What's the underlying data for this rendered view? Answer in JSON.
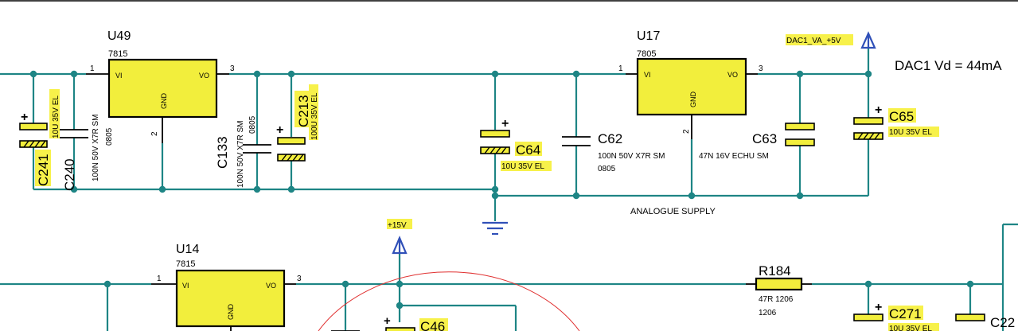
{
  "colors": {
    "wire": "#1e8585",
    "part_fill": "#f2ee3c",
    "power_symbol": "#3050b8",
    "highlight": "#f7f14a",
    "circle_annotation": "#e03030"
  },
  "regulators": {
    "u49": {
      "ref": "U49",
      "value": "7815",
      "pin_in": "VI",
      "pin_out": "VO",
      "pin_gnd": "GND",
      "pin1": "1",
      "pin2": "2",
      "pin3": "3"
    },
    "u17": {
      "ref": "U17",
      "value": "7805",
      "pin_in": "VI",
      "pin_out": "VO",
      "pin_gnd": "GND",
      "pin1": "1",
      "pin2": "2",
      "pin3": "3"
    },
    "u14": {
      "ref": "U14",
      "value": "7815",
      "pin_in": "VI",
      "pin_out": "VO",
      "pin_gnd": "GND",
      "pin1": "1",
      "pin3": "3"
    }
  },
  "capacitors": {
    "c241": {
      "ref": "C241",
      "value": "10U 35V EL"
    },
    "c240": {
      "ref": "C240",
      "value": "100N 50V X7R SM",
      "package": "0805"
    },
    "c133": {
      "ref": "C133",
      "value": "100N 50V X7R SM",
      "package": "0805"
    },
    "c213": {
      "ref": "C213",
      "value": "100U 35V EL"
    },
    "c64": {
      "ref": "C64",
      "value": "10U 35V EL"
    },
    "c62": {
      "ref": "C62",
      "value": "100N 50V X7R SM",
      "package": "0805"
    },
    "c63": {
      "ref": "C63",
      "value": "47N 16V ECHU SM"
    },
    "c65": {
      "ref": "C65",
      "value": "10U 35V EL"
    },
    "c46": {
      "ref": "C46"
    },
    "c271": {
      "ref": "C271",
      "value": "10U 35V EL"
    },
    "c22x": {
      "ref": "C22"
    }
  },
  "resistors": {
    "r184": {
      "ref": "R184",
      "value": "47R 1206",
      "package": "1206"
    }
  },
  "nets": {
    "dac1_va": "DAC1_VA_+5V",
    "plus15v": "+15V",
    "analogue_supply": "ANALOGUE SUPPLY"
  },
  "notes": {
    "dac1_vd": "DAC1 Vd = 44mA"
  },
  "icons": {
    "power": "power-arrow-icon",
    "ground": "ground-icon"
  }
}
